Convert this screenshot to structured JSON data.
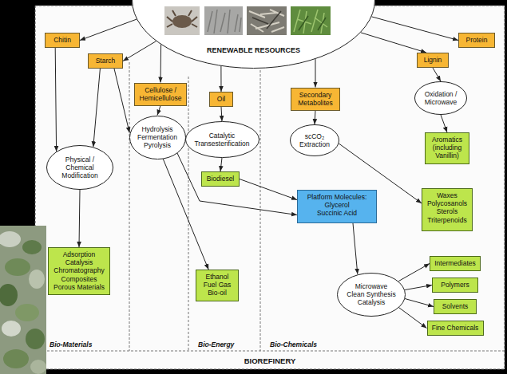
{
  "diagram": {
    "nodes": [
      {
        "text": [
          "RENEWABLE RESOURCES"
        ]
      },
      {
        "text": [
          "Chitin"
        ]
      },
      {
        "text": [
          "Starch"
        ]
      },
      {
        "text": [
          "Cellulose / Hemicellulose"
        ]
      },
      {
        "text": [
          "Oil"
        ]
      },
      {
        "text": [
          "Secondary Metabolites"
        ]
      },
      {
        "text": [
          "Protein"
        ]
      },
      {
        "text": [
          "Lignin"
        ]
      },
      {
        "text": [
          "Physical / Chemical Modification"
        ]
      },
      {
        "text": [
          "Hydrolysis Fermentation Pyrolysis"
        ]
      },
      {
        "text": [
          "Catalytic Transesterification"
        ]
      },
      {
        "text": [
          "scCO₂ Extraction"
        ]
      },
      {
        "text": [
          "Oxidation / Microwave"
        ]
      },
      {
        "text": [
          "Biodiesel"
        ]
      },
      {
        "text": [
          "Platform Molecules:",
          "Glycerol",
          "Succinic Acid"
        ]
      },
      {
        "text": [
          "Aromatics (including Vanillin)"
        ]
      },
      {
        "text": [
          "Waxes Polycosanols Sterols Triterpenoids"
        ]
      },
      {
        "text": [
          "Adsorption Catalysis Chromatography Composites Porous Materials"
        ]
      },
      {
        "text": [
          "Ethanol Fuel Gas Bio-oil"
        ]
      },
      {
        "text": [
          "Intermediates"
        ]
      },
      {
        "text": [
          "Polymers"
        ]
      },
      {
        "text": [
          "Microwave Clean Synthesis Catalysis"
        ]
      },
      {
        "text": [
          "Solvents"
        ]
      },
      {
        "text": [
          "Fine Chemicals"
        ]
      }
    ],
    "edges": [
      {
        "from": 0,
        "to": 1,
        "arrow": "to"
      },
      {
        "from": 0,
        "to": 2,
        "arrow": "to"
      },
      {
        "from": 0,
        "to": 3,
        "arrow": "to"
      },
      {
        "from": 0,
        "to": 4,
        "arrow": "to"
      },
      {
        "from": 0,
        "to": 5,
        "arrow": "to"
      },
      {
        "from": 0,
        "to": 6,
        "arrow": "to"
      },
      {
        "from": 0,
        "to": 7,
        "arrow": "to"
      },
      {
        "from": 1,
        "to": 8,
        "arrow": "to"
      },
      {
        "from": 2,
        "to": 8,
        "arrow": "to"
      },
      {
        "from": 2,
        "to": 9,
        "arrow": "to"
      },
      {
        "from": 3,
        "to": 9,
        "arrow": "to"
      },
      {
        "from": 4,
        "to": 10,
        "arrow": "to"
      },
      {
        "from": 5,
        "to": 11,
        "arrow": "to"
      },
      {
        "from": 7,
        "to": 12,
        "arrow": "to"
      },
      {
        "from": 8,
        "to": 17,
        "arrow": "to"
      },
      {
        "from": 9,
        "to": 18,
        "arrow": "to"
      },
      {
        "from": 9,
        "to": 14,
        "arrow": "to"
      },
      {
        "from": 10,
        "to": 13,
        "arrow": "to"
      },
      {
        "from": 13,
        "to": 14,
        "arrow": "to"
      },
      {
        "from": 11,
        "to": 16,
        "arrow": "to"
      },
      {
        "from": 12,
        "to": 15,
        "arrow": "to"
      },
      {
        "from": 14,
        "to": 21,
        "arrow": "to"
      },
      {
        "from": 21,
        "to": 19,
        "arrow": "to"
      },
      {
        "from": 21,
        "to": 20,
        "arrow": "to"
      },
      {
        "from": 21,
        "to": 22,
        "arrow": "to"
      },
      {
        "from": 21,
        "to": 23,
        "arrow": "to"
      }
    ],
    "labels": [
      "Bio-Materials",
      "Bio-Energy",
      "Bio-Chemicals",
      "BIOREFINERY"
    ]
  }
}
